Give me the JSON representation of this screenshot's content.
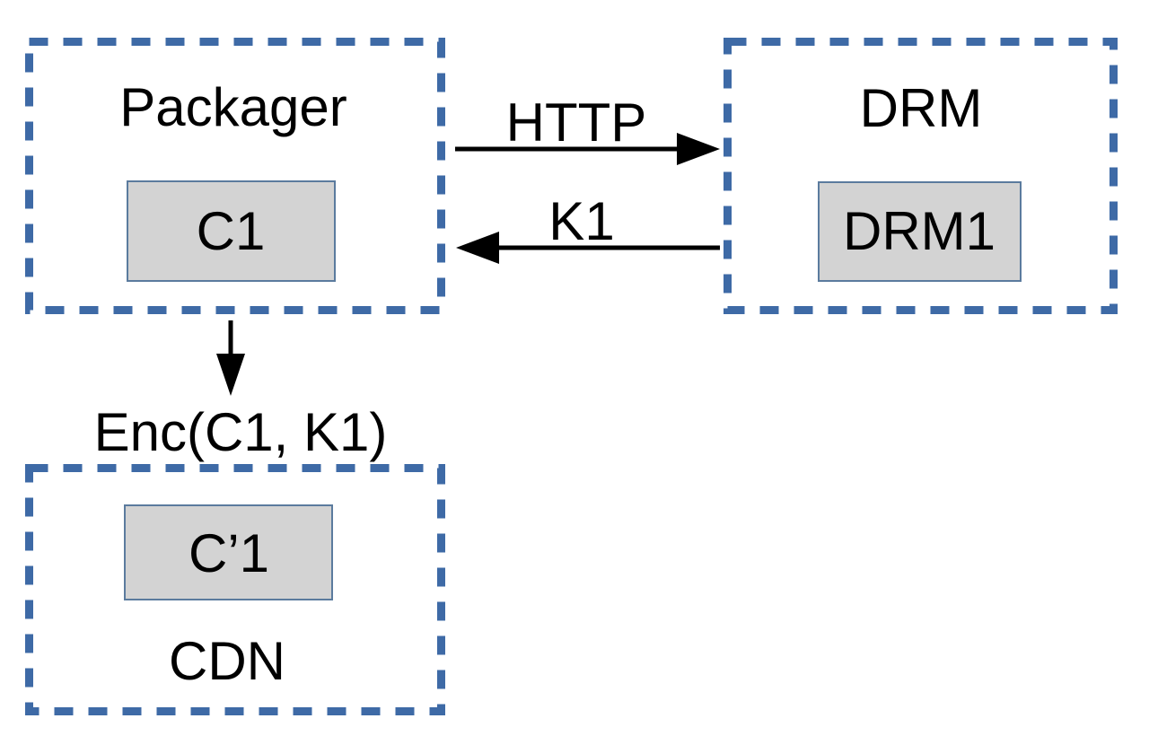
{
  "diagram": {
    "description": "DRM packaging and key exchange flow diagram",
    "background": "#ffffff",
    "colors": {
      "box_border": "#3E6AA6",
      "chip_fill": "#D3D3D3",
      "chip_border": "#5B7B9E",
      "arrow": "#000000",
      "text": "#000000"
    },
    "nodes": [
      {
        "id": "packager",
        "label": "Packager",
        "chip": "C1"
      },
      {
        "id": "drm",
        "label": "DRM",
        "chip": "DRM1"
      },
      {
        "id": "cdn",
        "label": "CDN",
        "chip": "C’1"
      }
    ],
    "edges": [
      {
        "from": "packager",
        "to": "drm",
        "label": "HTTP",
        "direction": "right"
      },
      {
        "from": "drm",
        "to": "packager",
        "label": "K1",
        "direction": "left"
      },
      {
        "from": "packager",
        "to": "cdn",
        "label": "Enc(C1, K1)",
        "direction": "down"
      }
    ]
  }
}
